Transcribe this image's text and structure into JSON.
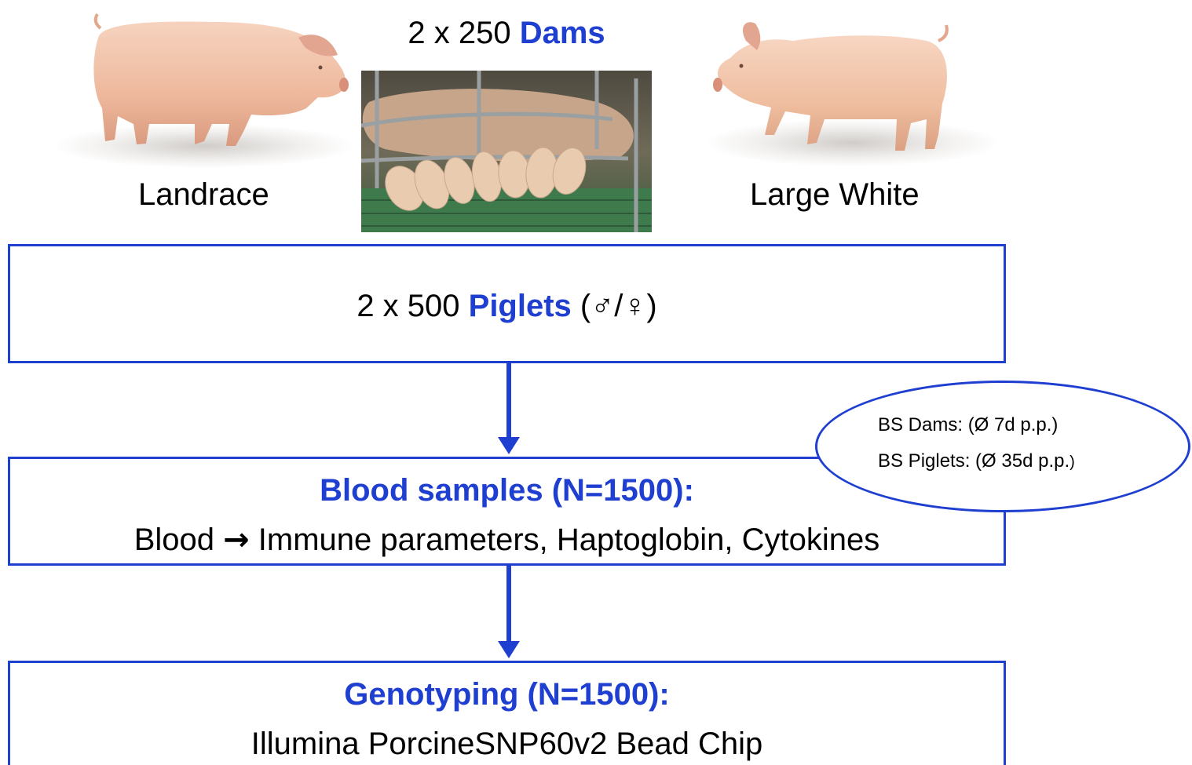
{
  "header": {
    "dams_prefix": "2 x 250 ",
    "dams_emph": "Dams"
  },
  "breeds": {
    "left_label": "Landrace",
    "right_label": "Large White"
  },
  "photo": {
    "icon": "sow-with-piglets-photo"
  },
  "piglets_box": {
    "prefix": "2 x 500 ",
    "emph": "Piglets",
    "suffix": " (♂/♀)"
  },
  "blood_box": {
    "heading": "Blood samples (N=1500):",
    "detail_start": "Blood ",
    "detail_arrow": "→",
    "detail_rest": " Immune parameters, Haptoglobin, Cytokines"
  },
  "sampling_note": {
    "line1": "BS Dams: (Ø 7d p.p.)",
    "line2_main": "BS Piglets: (Ø 35d p.p.",
    "line2_end": ")"
  },
  "genotyping_box": {
    "heading": "Genotyping (N=1500):",
    "detail": "Illumina PorcineSNP60v2 Bead Chip"
  },
  "colors": {
    "accent": "#1f3fd1",
    "pig_skin": "#f2c3a8"
  }
}
